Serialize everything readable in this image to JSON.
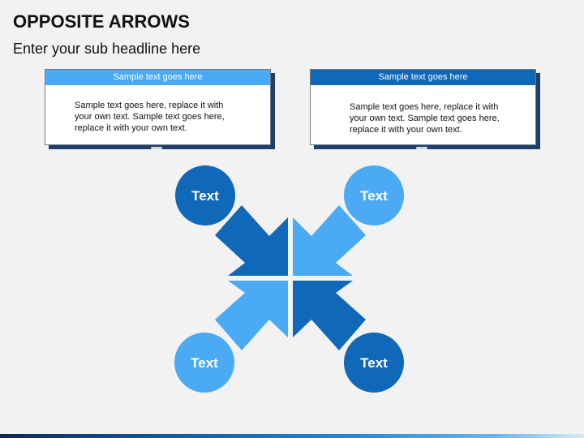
{
  "header": {
    "title": "OPPOSITE ARROWS",
    "subtitle": "Enter your sub headline here"
  },
  "boxes": [
    {
      "heading": "Sample text goes here",
      "lines": [
        "Sample text goes here, replace it with",
        "your own text. Sample text goes here,",
        "replace it with your own text."
      ]
    },
    {
      "heading": "Sample text goes here",
      "lines": [
        "Sample text goes here, replace it with",
        "your own text. Sample text goes here,",
        "replace it with your own text."
      ]
    }
  ],
  "circles": {
    "top_left": "Text",
    "top_right": "Text",
    "bottom_left": "Text",
    "bottom_right": "Text"
  },
  "colors": {
    "dark_blue": "#1068b8",
    "light_blue": "#4aaaf3",
    "box1_header": "#4aaaf3",
    "box2_header": "#1068b8",
    "box_shadow": "#1f3f66"
  }
}
